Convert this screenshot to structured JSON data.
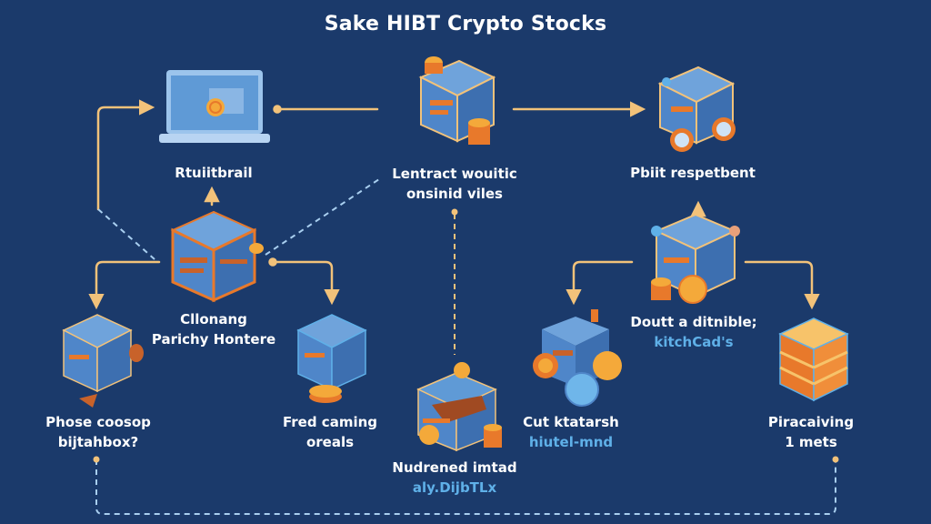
{
  "title": "Sake HIBT Crypto Stocks",
  "colors": {
    "background": "#1b3a6b",
    "connector": "#f2c27a",
    "dashed": "#a9cff0",
    "cube_blue": "#4f86c9",
    "cube_orange": "#e8792b",
    "coin": "#f4a93a",
    "subtitle": "#5fb0e8"
  },
  "nodes": [
    {
      "id": "laptop",
      "icon": "laptop-coin-icon",
      "lines": [
        "Rtuiitbrail"
      ]
    },
    {
      "id": "top-center",
      "icon": "crypto-cube-coins-icon",
      "lines": [
        "Lentract wouitic",
        "onsinid viles"
      ]
    },
    {
      "id": "top-right",
      "icon": "crypto-cube-wheels-icon",
      "lines": [
        "Pbiit respetbent"
      ]
    },
    {
      "id": "mid-left",
      "icon": "crypto-cube-icon",
      "lines": [
        "Cllonang",
        "Parichy Hontere"
      ]
    },
    {
      "id": "mid-right",
      "icon": "crypto-cube-coins-icon",
      "lines": [
        "Doutt a ditnible;"
      ],
      "sub": "kitchCad's"
    },
    {
      "id": "bottom-left",
      "icon": "crypto-cube-icon",
      "lines": [
        "Phose coosop",
        "bijtahbox?"
      ]
    },
    {
      "id": "bottom-mid-left",
      "icon": "crypto-cube-coins-icon",
      "lines": [
        "Fred caming",
        "oreals"
      ]
    },
    {
      "id": "bottom-center",
      "icon": "crypto-cube-treasure-icon",
      "lines": [
        "Nudrened imtad"
      ],
      "sub": "aly.DijbTLx"
    },
    {
      "id": "bottom-mid-right",
      "icon": "crypto-cube-wheels-icon",
      "lines": [
        "Cut ktatarsh"
      ],
      "sub": "hiutel-mnd"
    },
    {
      "id": "bottom-right",
      "icon": "orange-stack-cube-icon",
      "lines": [
        "Piracaiving",
        "1 mets"
      ]
    }
  ]
}
